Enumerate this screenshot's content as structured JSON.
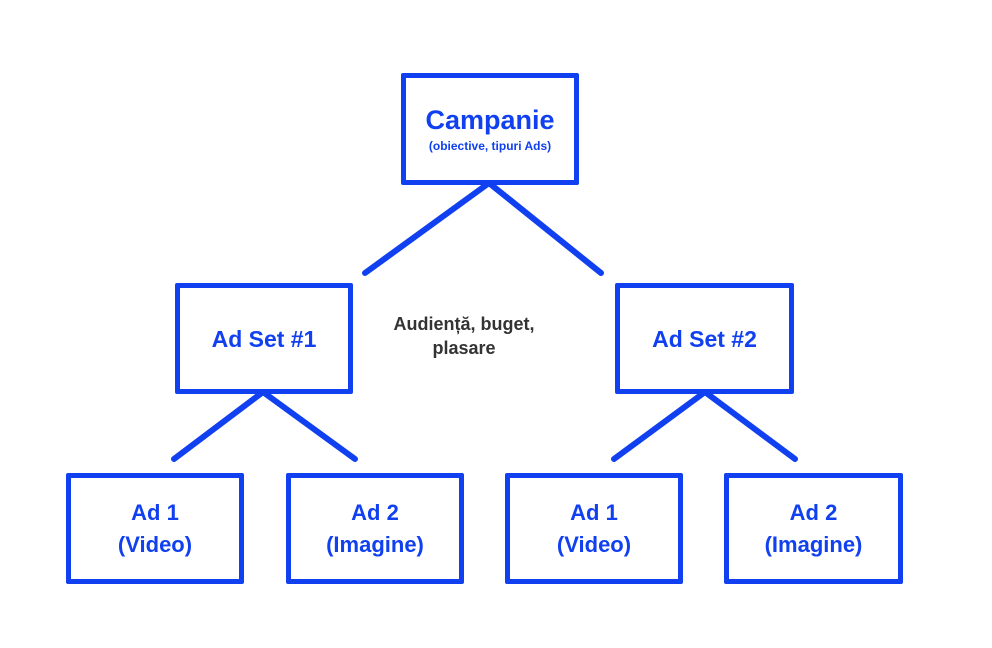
{
  "colors": {
    "accent": "#1040f0",
    "annotation": "#333333",
    "background": "#ffffff"
  },
  "campaign": {
    "title": "Campanie",
    "subtitle": "(obiective, tipuri Ads)"
  },
  "annotation": {
    "line1": "Audiență, buget,",
    "line2": "plasare"
  },
  "ad_sets": [
    {
      "title": "Ad Set #1",
      "ads": [
        {
          "title": "Ad 1",
          "subtitle": "(Video)"
        },
        {
          "title": "Ad 2",
          "subtitle": "(Imagine)"
        }
      ]
    },
    {
      "title": "Ad Set #2",
      "ads": [
        {
          "title": "Ad 1",
          "subtitle": "(Video)"
        },
        {
          "title": "Ad 2",
          "subtitle": "(Imagine)"
        }
      ]
    }
  ]
}
